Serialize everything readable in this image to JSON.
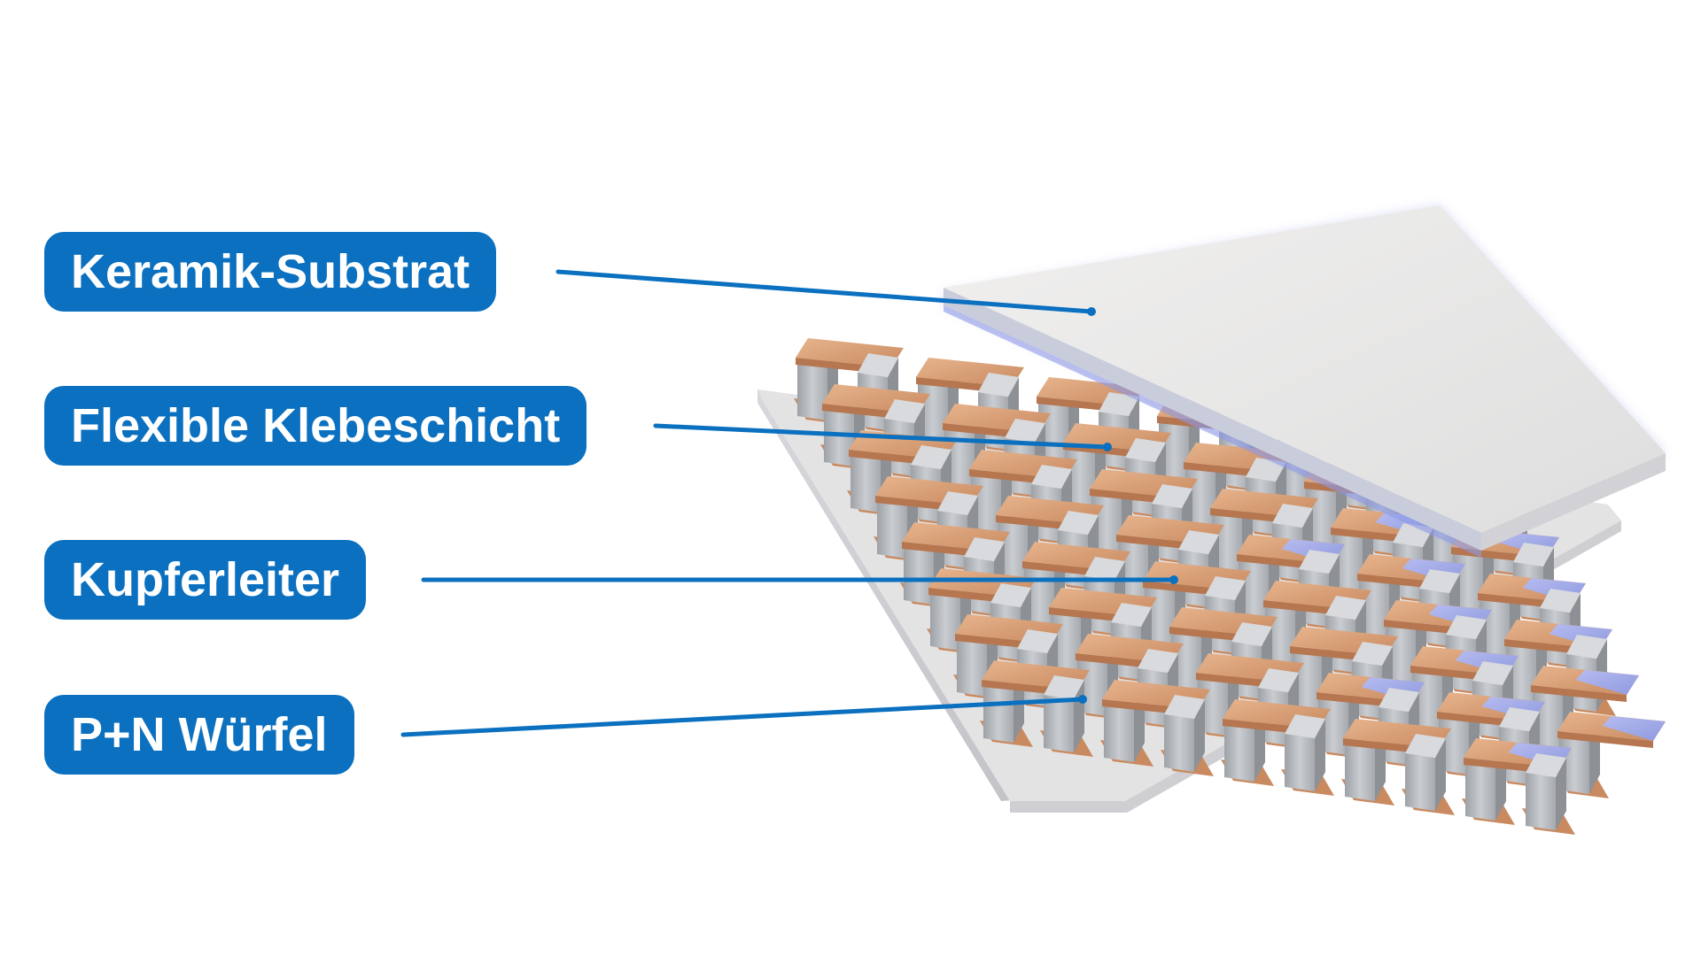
{
  "labels": {
    "ceramic_substrate": "Keramik-Substrat",
    "adhesive_layer": "Flexible Klebeschicht",
    "copper_conductor": "Kupferleiter",
    "pn_cubes": "P+N Würfel"
  },
  "colors": {
    "label_background": "#0a70bf",
    "label_text": "#ffffff",
    "leader_line": "#0a70bf",
    "ceramic": "#e6e6e6",
    "copper": "#d39a72",
    "adhesive": "#9aa6e6",
    "cube": "#b8bcc0"
  }
}
